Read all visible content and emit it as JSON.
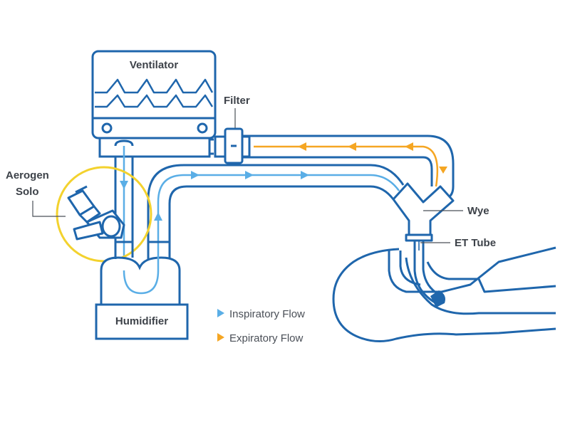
{
  "labels": {
    "ventilator": "Ventilator",
    "filter": "Filter",
    "aerogen_line1": "Aerogen",
    "aerogen_line2": "Solo",
    "wye": "Wye",
    "et_tube": "ET Tube",
    "humidifier": "Humidifier"
  },
  "legend": {
    "inspiratory": "Inspiratory Flow",
    "expiratory": "Expiratory Flow"
  },
  "colors": {
    "outline": "#1f66ac",
    "inspiratory": "#5aaee6",
    "expiratory": "#f5a623",
    "highlight": "#f3d22e"
  }
}
